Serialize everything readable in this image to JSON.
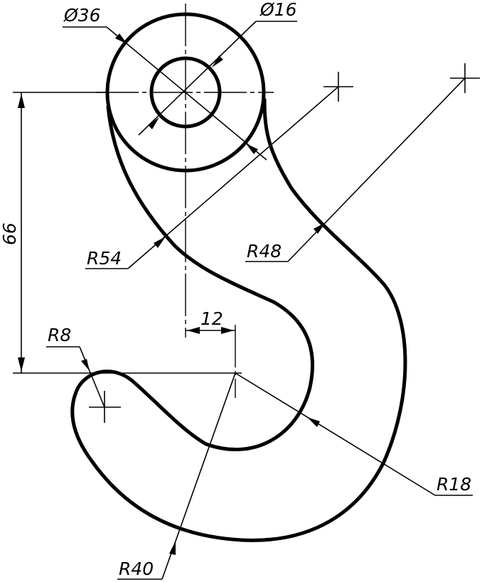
{
  "dimensions": {
    "outer_diameter": "Ø36",
    "inner_diameter": "Ø16",
    "vertical_distance": "66",
    "horizontal_offset": "12",
    "radius_54": "R54",
    "radius_48": "R48",
    "radius_8": "R8",
    "radius_18": "R18",
    "radius_40": "R40"
  }
}
